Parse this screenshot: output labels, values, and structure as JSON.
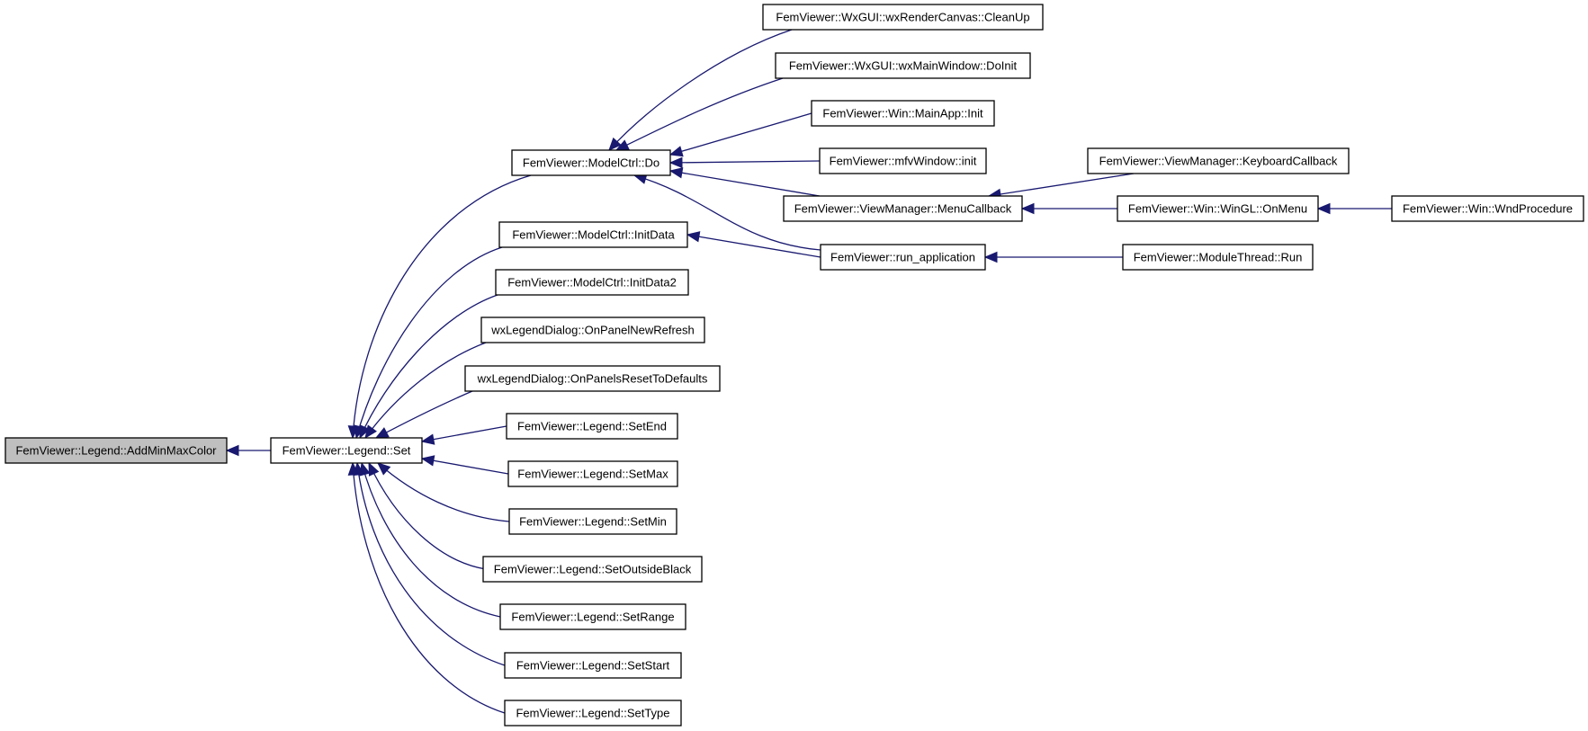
{
  "diagram": {
    "nodes": [
      {
        "id": "n0",
        "label": "FemViewer::Legend::AddMinMaxColor",
        "root": true
      },
      {
        "id": "n1",
        "label": "FemViewer::Legend::Set"
      },
      {
        "id": "n2",
        "label": "FemViewer::ModelCtrl::Do"
      },
      {
        "id": "n3",
        "label": "FemViewer::ModelCtrl::InitData"
      },
      {
        "id": "n4",
        "label": "FemViewer::ModelCtrl::InitData2"
      },
      {
        "id": "n5",
        "label": "wxLegendDialog::OnPanelNewRefresh"
      },
      {
        "id": "n6",
        "label": "wxLegendDialog::OnPanelsResetToDefaults"
      },
      {
        "id": "n7",
        "label": "FemViewer::Legend::SetEnd"
      },
      {
        "id": "n8",
        "label": "FemViewer::Legend::SetMax"
      },
      {
        "id": "n9",
        "label": "FemViewer::Legend::SetMin"
      },
      {
        "id": "n10",
        "label": "FemViewer::Legend::SetOutsideBlack"
      },
      {
        "id": "n11",
        "label": "FemViewer::Legend::SetRange"
      },
      {
        "id": "n12",
        "label": "FemViewer::Legend::SetStart"
      },
      {
        "id": "n13",
        "label": "FemViewer::Legend::SetType"
      },
      {
        "id": "n14",
        "label": "FemViewer::WxGUI::wxRenderCanvas::CleanUp"
      },
      {
        "id": "n15",
        "label": "FemViewer::WxGUI::wxMainWindow::DoInit"
      },
      {
        "id": "n16",
        "label": "FemViewer::Win::MainApp::Init"
      },
      {
        "id": "n17",
        "label": "FemViewer::mfvWindow::init"
      },
      {
        "id": "n18",
        "label": "FemViewer::ViewManager::MenuCallback"
      },
      {
        "id": "n19",
        "label": "FemViewer::run_application"
      },
      {
        "id": "n20",
        "label": "FemViewer::ViewManager::KeyboardCallback"
      },
      {
        "id": "n21",
        "label": "FemViewer::Win::WinGL::OnMenu"
      },
      {
        "id": "n22",
        "label": "FemViewer::ModuleThread::Run"
      },
      {
        "id": "n23",
        "label": "FemViewer::Win::WndProcedure"
      }
    ],
    "edges": [
      {
        "from": "n1",
        "to": "n0"
      },
      {
        "from": "n2",
        "to": "n1"
      },
      {
        "from": "n3",
        "to": "n1"
      },
      {
        "from": "n4",
        "to": "n1"
      },
      {
        "from": "n5",
        "to": "n1"
      },
      {
        "from": "n6",
        "to": "n1"
      },
      {
        "from": "n7",
        "to": "n1"
      },
      {
        "from": "n8",
        "to": "n1"
      },
      {
        "from": "n9",
        "to": "n1"
      },
      {
        "from": "n10",
        "to": "n1"
      },
      {
        "from": "n11",
        "to": "n1"
      },
      {
        "from": "n12",
        "to": "n1"
      },
      {
        "from": "n13",
        "to": "n1"
      },
      {
        "from": "n14",
        "to": "n2"
      },
      {
        "from": "n15",
        "to": "n2"
      },
      {
        "from": "n16",
        "to": "n2"
      },
      {
        "from": "n17",
        "to": "n2"
      },
      {
        "from": "n18",
        "to": "n2"
      },
      {
        "from": "n19",
        "to": "n2"
      },
      {
        "from": "n19",
        "to": "n3"
      },
      {
        "from": "n20",
        "to": "n18"
      },
      {
        "from": "n21",
        "to": "n18"
      },
      {
        "from": "n23",
        "to": "n21"
      },
      {
        "from": "n22",
        "to": "n19"
      }
    ]
  }
}
